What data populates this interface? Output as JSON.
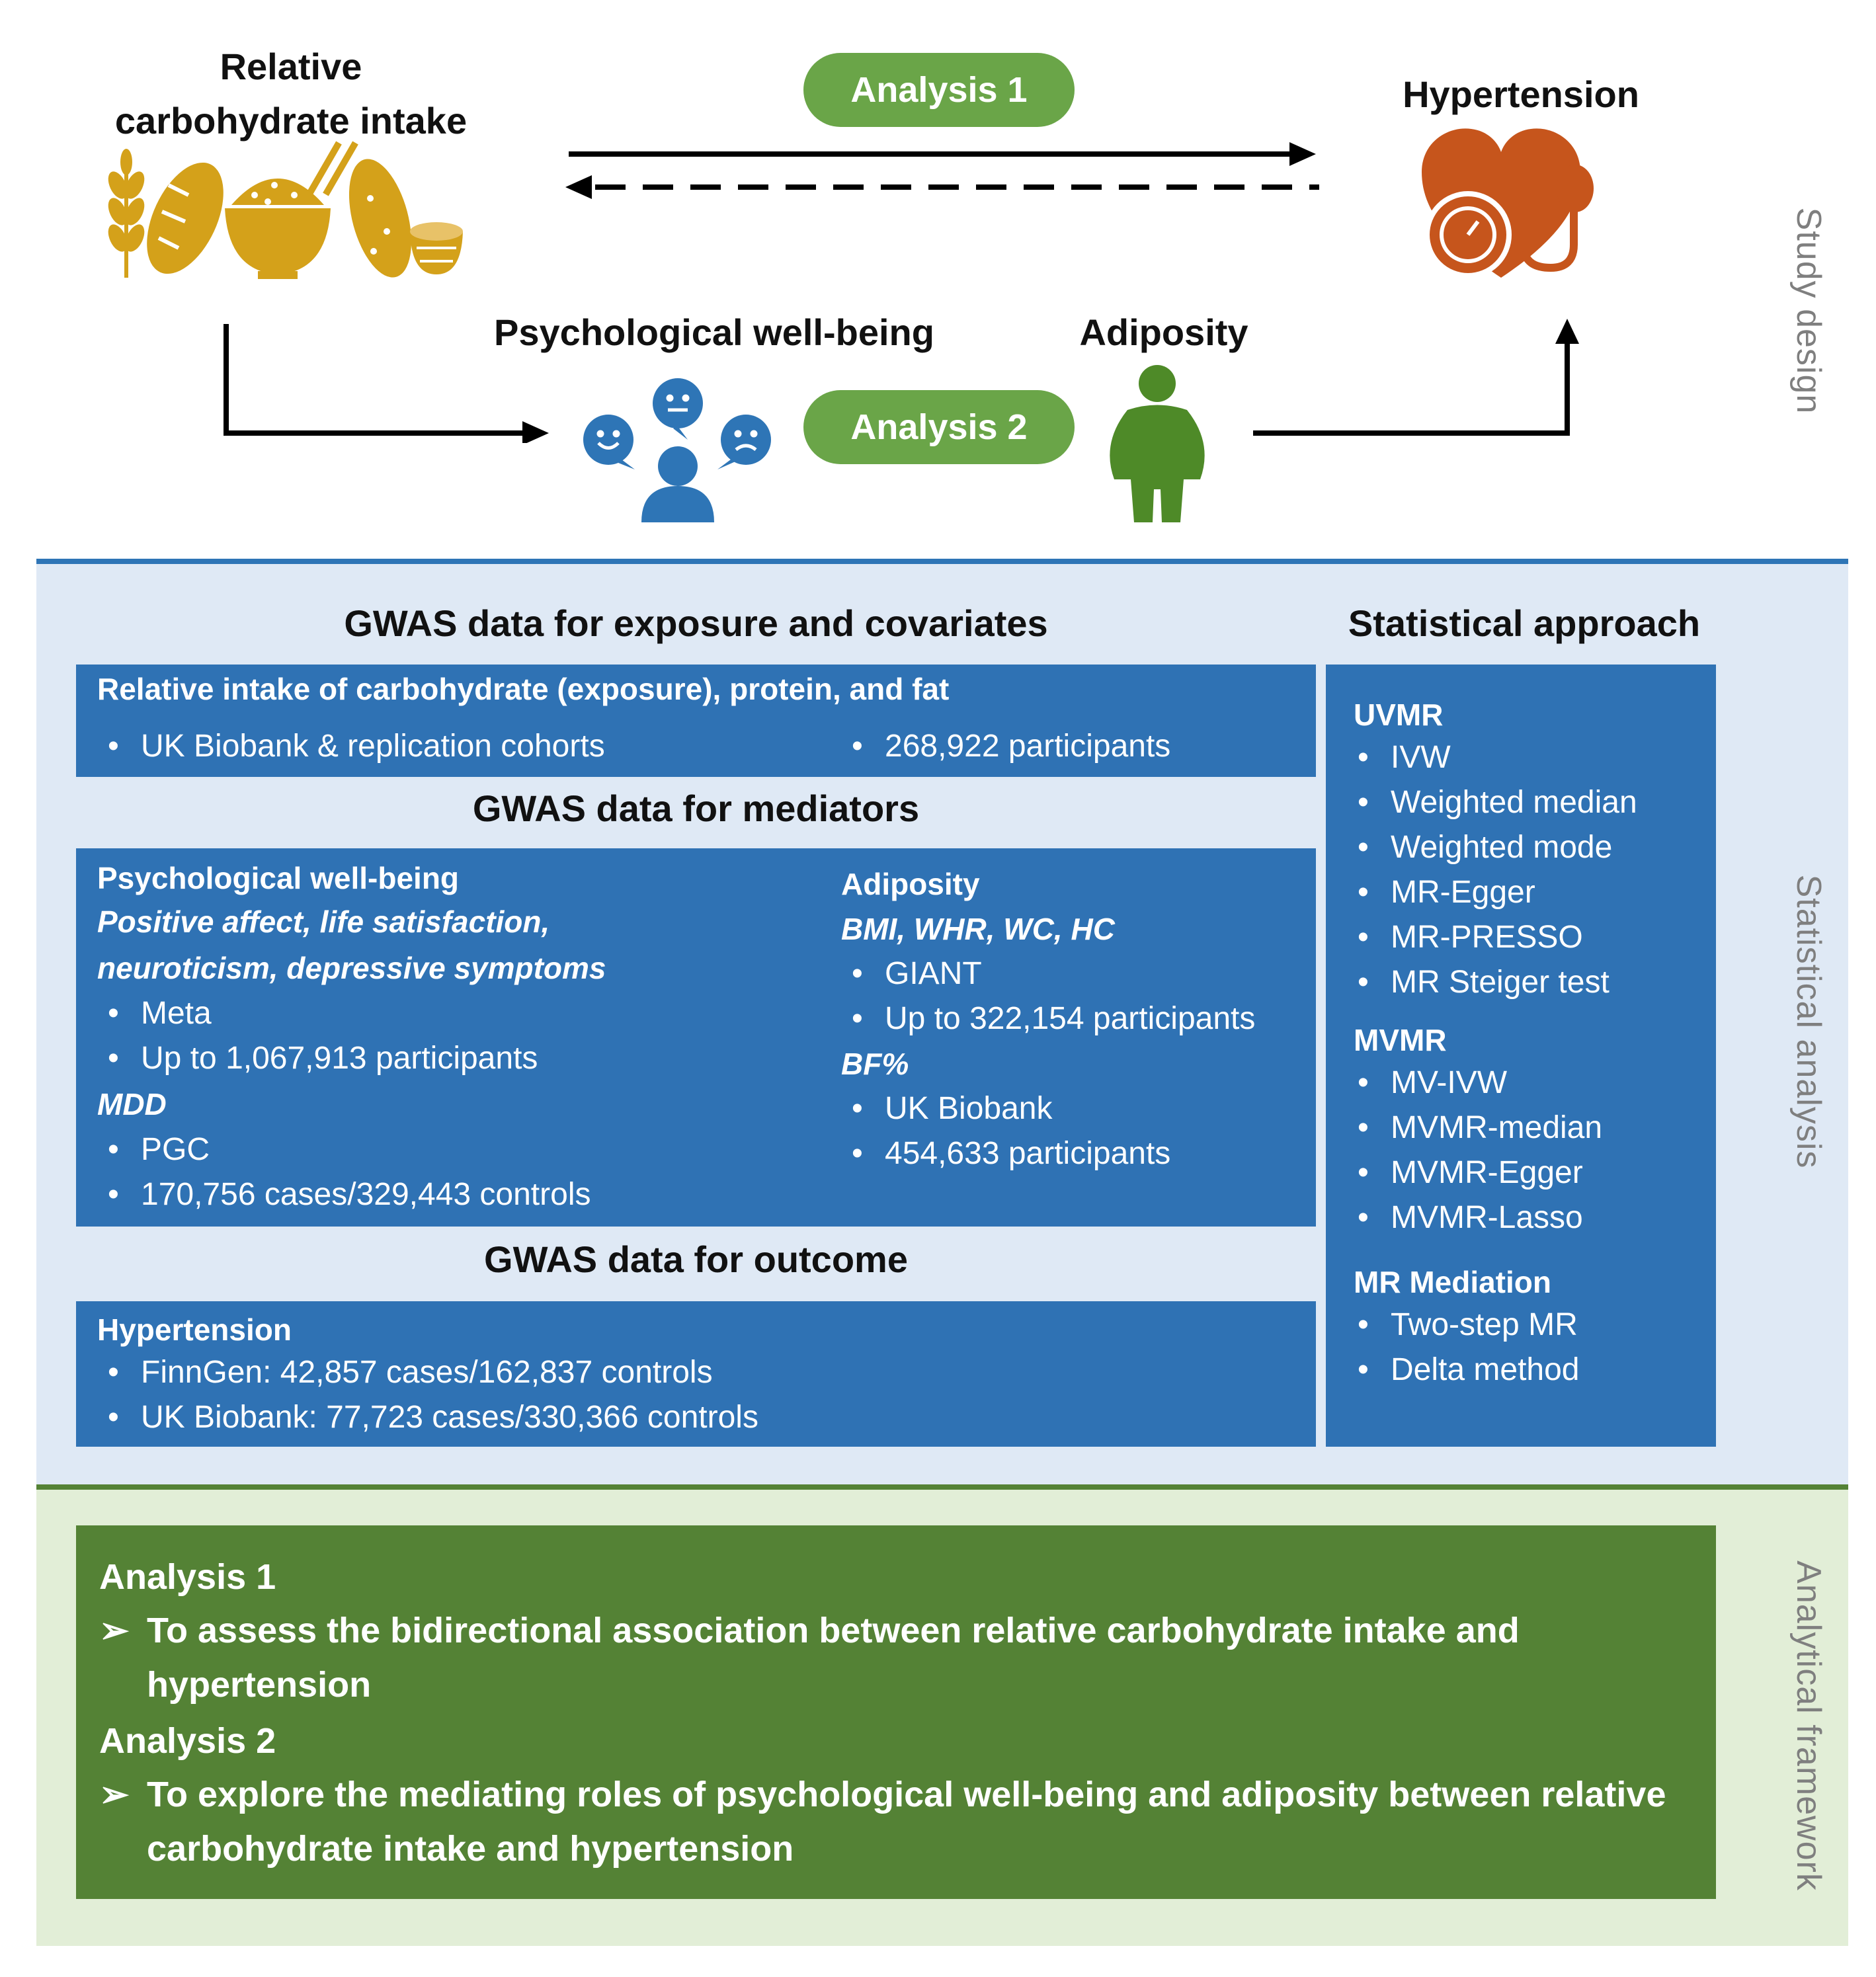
{
  "study_design": {
    "exposure_label": "Relative\ncarbohydrate intake",
    "outcome_label": "Hypertension",
    "analysis1_pill": "Analysis 1",
    "analysis2_pill": "Analysis 2",
    "mediator1_label": "Psychological well-being",
    "mediator2_label": "Adiposity",
    "side_label": "Study design"
  },
  "statistical_analysis": {
    "side_label": "Statistical analysis",
    "exposure_title": "GWAS data for exposure and covariates",
    "exposure_box": {
      "heading": "Relative intake of carbohydrate (exposure), protein, and fat",
      "item1": "UK Biobank & replication cohorts",
      "item2": "268,922 participants"
    },
    "mediators_title": "GWAS data for mediators",
    "mediators_box": {
      "psych_heading": "Psychological well-being",
      "psych_sub": "Positive affect, life satisfaction,\nneuroticism, depressive symptoms",
      "psych_items": [
        "Meta",
        "Up to 1,067,913 participants"
      ],
      "mdd_heading": "MDD",
      "mdd_items": [
        "PGC",
        "170,756 cases/329,443 controls"
      ],
      "adip_heading": "Adiposity",
      "adip_sub": "BMI, WHR, WC, HC",
      "adip_items": [
        "GIANT",
        "Up to 322,154 participants"
      ],
      "bf_heading": "BF%",
      "bf_items": [
        "UK Biobank",
        "454,633 participants"
      ]
    },
    "outcome_title": "GWAS data for outcome",
    "outcome_box": {
      "heading": "Hypertension",
      "items": [
        "FinnGen: 42,857 cases/162,837 controls",
        "UK Biobank: 77,723 cases/330,366 controls"
      ]
    },
    "stat_title": "Statistical approach",
    "stat_box": {
      "uvmr_heading": "UVMR",
      "uvmr_items": [
        "IVW",
        "Weighted median",
        "Weighted mode",
        "MR-Egger",
        "MR-PRESSO",
        "MR Steiger test"
      ],
      "mvmr_heading": "MVMR",
      "mvmr_items": [
        "MV-IVW",
        "MVMR-median",
        "MVMR-Egger",
        "MVMR-Lasso"
      ],
      "med_heading": "MR Mediation",
      "med_items": [
        "Two-step MR",
        "Delta method"
      ]
    }
  },
  "analytical_framework": {
    "side_label": "Analytical framework",
    "a1_heading": "Analysis 1",
    "a1_text": "To assess the bidirectional association between relative carbohydrate intake and hypertension",
    "a2_heading": "Analysis 2",
    "a2_text": "To explore the mediating roles of psychological well-being and adiposity between relative carbohydrate intake and hypertension",
    "bullet_glyph": "➢"
  },
  "colors": {
    "food": "#d4a11a",
    "heart": "#c6551c",
    "people": "#2e75b6",
    "adiposity": "#4e8a28",
    "pill": "#6aa548",
    "box_blue": "#2f72b4",
    "box_green": "#548235"
  },
  "icons": [
    "wheat-icon",
    "bread-icon",
    "rice-bowl-icon",
    "sweet-potato-icon",
    "coconut-icon",
    "heart-blood-pressure-icon",
    "speech-faces-icon",
    "person-obese-icon"
  ]
}
